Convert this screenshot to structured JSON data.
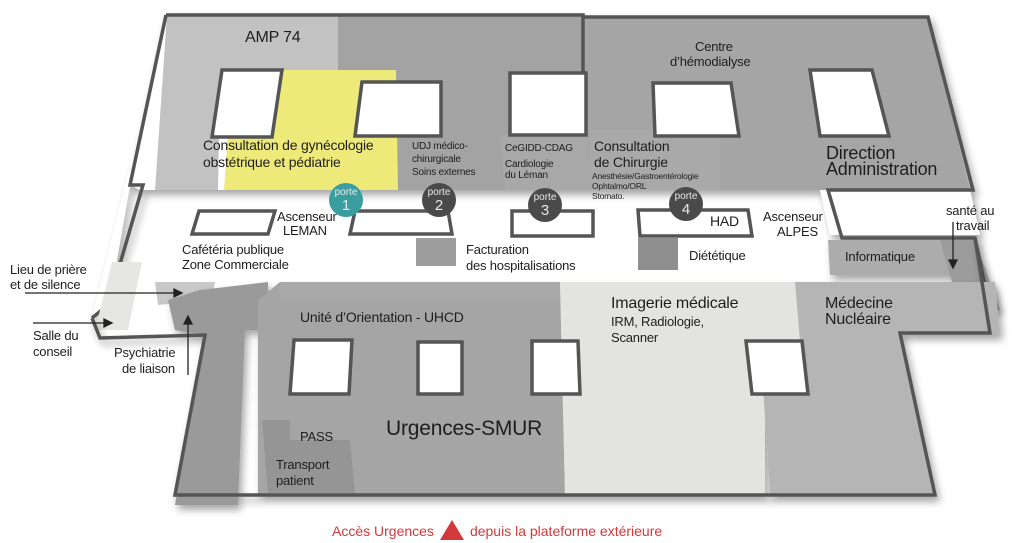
{
  "map": {
    "colors": {
      "outline": "#555555",
      "dark_zone": "#9a9a9a",
      "mid_zone": "#b4b4b4",
      "light_zone": "#e4e4e2",
      "highlight_zone": "#eeea7a",
      "porte_teal": "#3a9ea0",
      "porte_dark": "#4a4a4a",
      "access_red": "#d2393a"
    },
    "zones": {
      "amp74": "AMP 74",
      "gyneco": "Consultation de gynécologie obstétrique et pédiatrie",
      "gyneco_line1": "Consultation de gynécologie",
      "gyneco_line2": "obstétrique et pédiatrie",
      "udj_line1": "UDJ médico-",
      "udj_line2": "chirurgicale",
      "udj_line3": "Soins externes",
      "cegidd": "CeGIDD-CDAG",
      "cardio_line1": "Cardiologie",
      "cardio_line2": "du Léman",
      "chir_line1": "Consultation",
      "chir_line2": "de Chirurgie",
      "chir_sub1": "Anesthésie/Gastroentérologie",
      "chir_sub2": "Ophtalmo/ORL",
      "chir_sub3": "Stomato.",
      "hemo_line1": "Centre",
      "hemo_line2": "d’hémodialyse",
      "direction_line1": "Direction",
      "direction_line2": "Administration",
      "had": "HAD",
      "asc_leman_line1": "Ascenseur",
      "asc_leman_line2": "LEMAN",
      "asc_alpes_line1": "Ascenseur",
      "asc_alpes_line2": "ALPES",
      "sante_line1": "santé au",
      "sante_line2": "travail",
      "cafet_line1": "Cafétéria publique",
      "cafet_line2": "Zone Commerciale",
      "factu_line1": "Facturation",
      "factu_line2": "des hospitalisations",
      "dietetique": "Diététique",
      "informatique": "Informatique",
      "priere_line1": "Lieu de prière",
      "priere_line2": "et de silence",
      "salle_line1": "Salle du",
      "salle_line2": "conseil",
      "psy_line1": "Psychiatrie",
      "psy_line2": "de liaison",
      "uhcd": "Unité d’Orientation - UHCD",
      "urgences": "Urgences-SMUR",
      "pass": "PASS",
      "transport_line1": "Transport",
      "transport_line2": "patient",
      "imagerie_line1": "Imagerie médicale",
      "imagerie_line2": "IRM, Radiologie,",
      "imagerie_line3": "Scanner",
      "medecine_line1": "Médecine",
      "medecine_line2": "Nucléaire"
    },
    "portes": [
      {
        "word": "porte",
        "number": "1",
        "style": "teal"
      },
      {
        "word": "porte",
        "number": "2",
        "style": "dark"
      },
      {
        "word": "porte",
        "number": "3",
        "style": "dark"
      },
      {
        "word": "porte",
        "number": "4",
        "style": "dark"
      }
    ],
    "access": {
      "before": "Accès Urgences",
      "after": "depuis la plateforme extérieure"
    }
  }
}
